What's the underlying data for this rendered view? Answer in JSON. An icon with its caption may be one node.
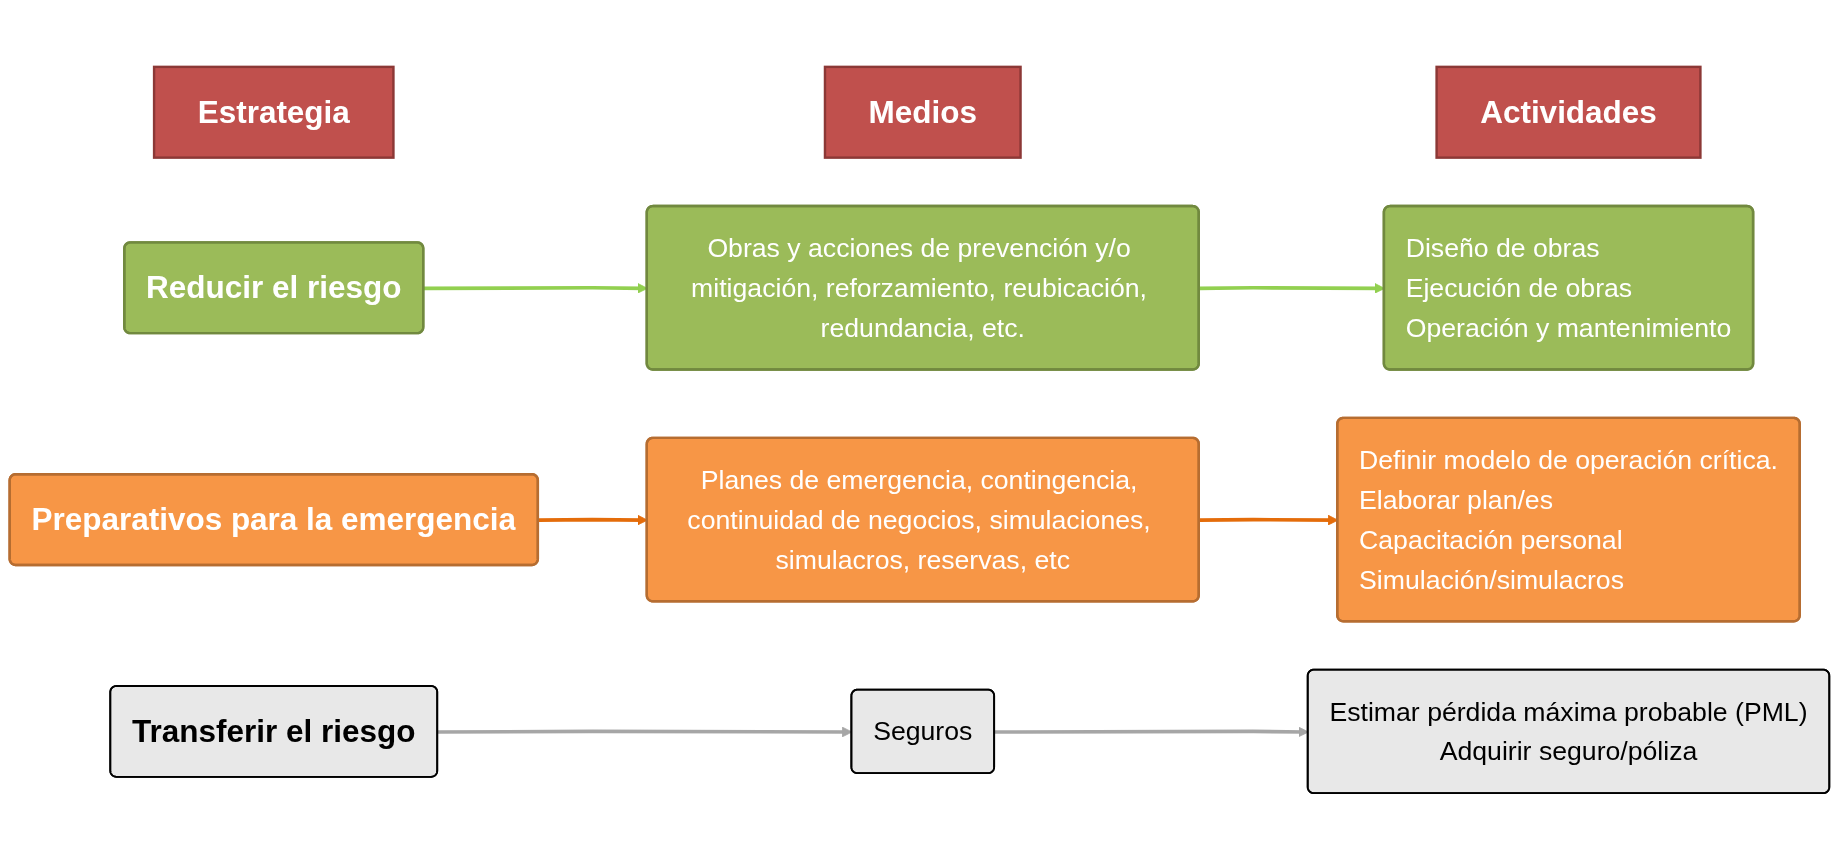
{
  "diagram": {
    "nodes": [
      {
        "text": [
          "Estrategia"
        ]
      },
      {
        "text": [
          "Medios"
        ]
      },
      {
        "text": [
          "Actividades"
        ]
      },
      {
        "text": [
          "Reducir el riesgo"
        ]
      },
      {
        "text": [
          "Obras y acciones de prevención y/o mitigación, reforzamiento, reubicación, redundancia, etc."
        ]
      },
      {
        "text": [
          "Diseño de obras",
          "Ejecución de obras",
          "Operación y mantenimiento"
        ]
      },
      {
        "text": [
          "Preparativos para la emergencia"
        ]
      },
      {
        "text": [
          "Planes de emergencia, contingencia, continuidad de negocios, simulaciones, simulacros, reservas, etc"
        ]
      },
      {
        "text": [
          "Definir modelo de operación crítica.",
          "Elaborar plan/es",
          "Capacitación personal",
          "Simulación/simulacros"
        ]
      },
      {
        "text": [
          "Transferir el riesgo"
        ]
      },
      {
        "text": [
          "Seguros"
        ]
      },
      {
        "text": [
          "Estimar pérdida máxima probable (PML)",
          "Adquirir seguro/póliza"
        ]
      }
    ],
    "edges": [
      {
        "from": 3,
        "to": 4,
        "arrow": "to",
        "color": "#92d050"
      },
      {
        "from": 4,
        "to": 5,
        "arrow": "to",
        "color": "#92d050"
      },
      {
        "from": 6,
        "to": 7,
        "arrow": "to",
        "color": "#e46c0a"
      },
      {
        "from": 7,
        "to": 8,
        "arrow": "to",
        "color": "#e46c0a"
      },
      {
        "from": 9,
        "to": 10,
        "arrow": "to",
        "color": "#a6a6a6"
      },
      {
        "from": 10,
        "to": 11,
        "arrow": "to",
        "color": "#a6a6a6"
      }
    ]
  }
}
